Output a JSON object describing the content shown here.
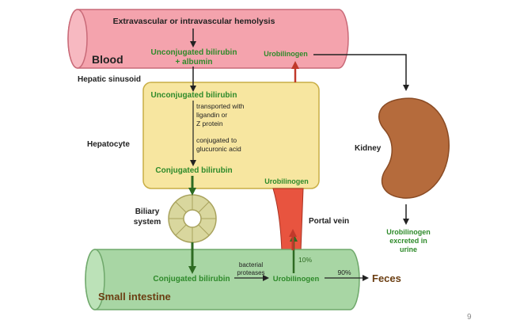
{
  "colors": {
    "blood_fill": "#f4a3ad",
    "blood_stroke": "#c96a78",
    "hepatocyte_fill": "#f7e6a0",
    "hepatocyte_stroke": "#c9ae45",
    "intestine_fill": "#a8d6a4",
    "intestine_stroke": "#6fa86b",
    "kidney_fill": "#b56b3c",
    "portal_vein_fill": "#e8543f",
    "biliary_fill": "#d9d79e",
    "green_text": "#2e8a2a",
    "arrow_green": "#2e6b22",
    "arrow_dark": "#222222",
    "arrow_red": "#c0392b",
    "feces_text": "#6b3e12"
  },
  "labels": {
    "hemolysis": "Extravascular or intravascular hemolysis",
    "blood": "Blood",
    "unconjugated_albumin_line1": "Unconjugated bilirubin",
    "unconjugated_albumin_line2": "+ albumin",
    "urobilinogen_blood": "Urobilinogen",
    "hepatic_sinusoid": "Hepatic sinusoid",
    "unconjugated_hepatocyte": "Unconjugated bilirubin",
    "transport_line1": "transported with",
    "transport_line2": "ligandin or",
    "transport_line3": "Z protein",
    "conjugated_line1": "conjugated to",
    "conjugated_line2": "glucuronic acid",
    "hepatocyte": "Hepatocyte",
    "conjugated_bilirubin_hepatocyte": "Conjugated bilirubin",
    "urobilinogen_hepatocyte": "Urobilinogen",
    "kidney": "Kidney",
    "biliary_line1": "Biliary",
    "biliary_line2": "system",
    "portal_vein": "Portal vein",
    "urine_line1": "Urobilinogen",
    "urine_line2": "excreted in",
    "urine_line3": "urine",
    "ten_percent": "10%",
    "bacterial_line1": "bacterial",
    "bacterial_line2": "proteases",
    "conjugated_bilirubin_intestine": "Conjugated bilirubin",
    "urobilinogen_intestine": "Urobilinogen",
    "ninety_percent": "90%",
    "feces": "Feces",
    "small_intestine": "Small intestine"
  },
  "slide_number": "9"
}
